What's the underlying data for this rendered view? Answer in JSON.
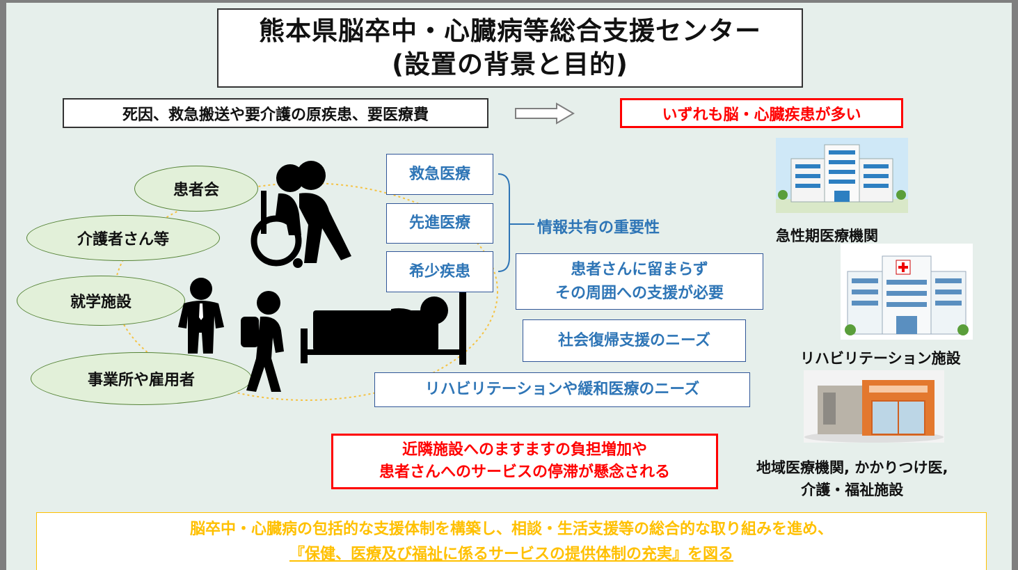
{
  "title": {
    "line1": "熊本県脳卒中・心臓病等総合支援センター",
    "line2": "(設置の背景と目的)"
  },
  "background": {
    "causes": "死因、救急搬送や要介護の原疾患、要医療費",
    "result": "いずれも脳・心臓疾患が多い"
  },
  "support_groups": [
    "患者会",
    "介護者さん等",
    "就学施設",
    "事業所や雇用者"
  ],
  "medical_fields": [
    "救急医療",
    "先進医療",
    "希少疾患"
  ],
  "info_sharing": "情報共有の重要性",
  "needs": {
    "surrounding_line1": "患者さんに留まらず",
    "surrounding_line2": "その周囲への支援が必要",
    "social_return": "社会復帰支援のニーズ",
    "rehab_palliative": "リハビリテーションや緩和医療のニーズ"
  },
  "concern": {
    "line1": "近隣施設へのますますの負担増加や",
    "line2": "患者さんへのサービスの停滞が懸念される"
  },
  "facilities": {
    "acute": "急性期医療機関",
    "rehab": "リハビリテーション施設",
    "regional_line1": "地域医療機関, かかりつけ医,",
    "regional_line2": "介護・福祉施設"
  },
  "goal": {
    "line1": "脳卒中・心臓病の包括的な支援体制を構築し、相談・生活支援等の総合的な取り組みを進め、",
    "line2": "『保健、医療及び福祉に係るサービスの提供体制の充実』を図る"
  },
  "colors": {
    "panel_bg": "#e6efeb",
    "frame": "#7f7f7f",
    "ellipse_fill": "#e2f0d9",
    "ellipse_border": "#548235",
    "accent_blue": "#2e75b6",
    "alert_red": "#ff0000",
    "goal_orange": "#ffc000",
    "dotted_circle": "#f5c242"
  },
  "icons": {
    "arrow": "right-arrow-icon",
    "caregiver": "wheelchair-caregiver-icon",
    "businessperson": "businessperson-icon",
    "student": "student-backpack-icon",
    "patient_bed": "patient-in-bed-icon",
    "hospital_acute": "hospital-building-icon",
    "hospital_rehab": "rehab-hospital-icon",
    "clinic": "clinic-building-icon"
  }
}
